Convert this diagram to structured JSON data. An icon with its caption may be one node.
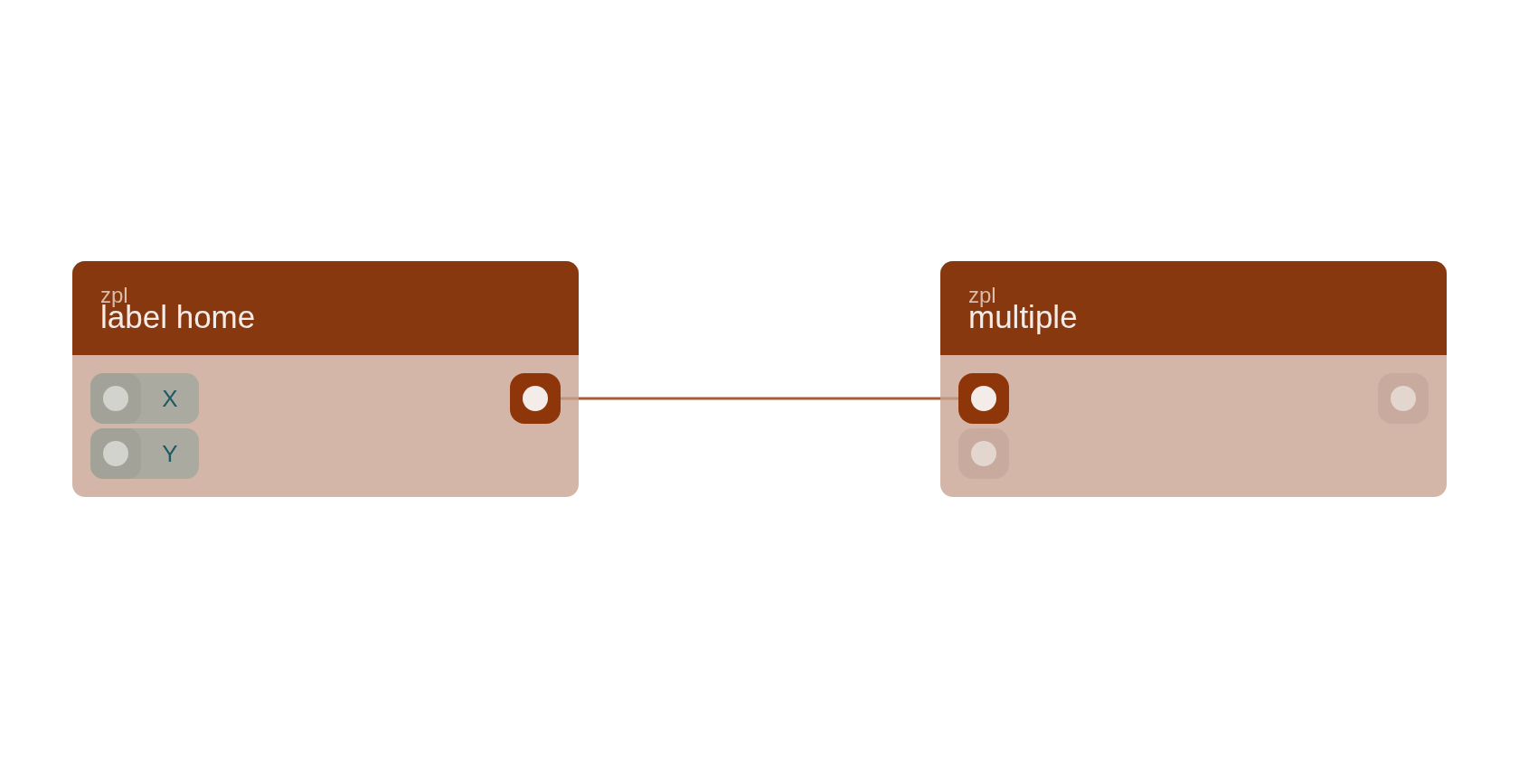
{
  "diagram": {
    "nodes": [
      {
        "text": [
          "zpl",
          "label home"
        ]
      },
      {
        "text": [
          "X"
        ],
        "in": 0
      },
      {
        "text": [
          "Y"
        ],
        "in": 0
      },
      {
        "text": [],
        "shape": "box",
        "in": 0
      },
      {
        "text": [
          "zpl",
          "multiple"
        ]
      },
      {
        "text": [],
        "shape": "box",
        "in": 4
      },
      {
        "text": [],
        "shape": "box",
        "in": 4
      },
      {
        "text": [],
        "shape": "box",
        "in": 4
      }
    ],
    "edges": [
      {
        "from": 3,
        "to": 5,
        "arrow": "none"
      }
    ]
  }
}
